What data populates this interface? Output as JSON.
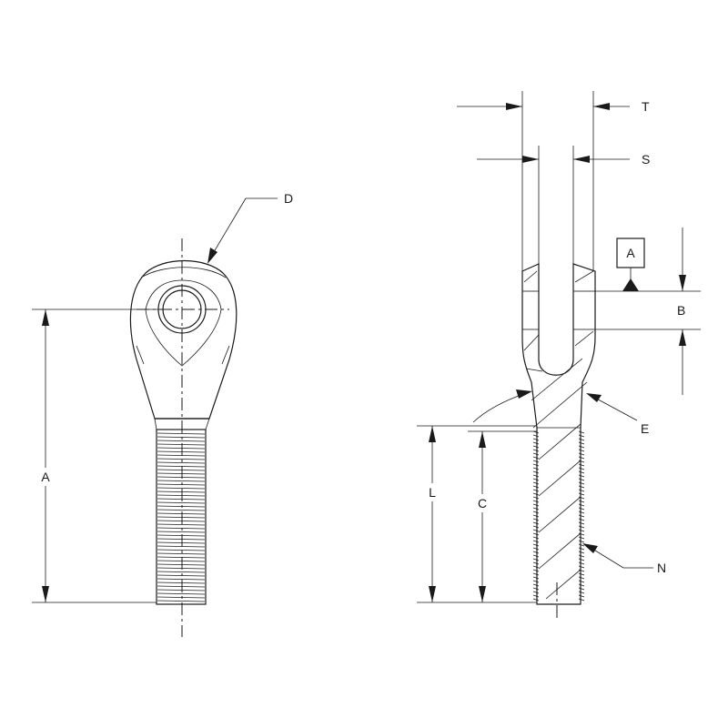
{
  "labels": {
    "front": {
      "D": "D",
      "A": "A"
    },
    "side": {
      "T": "T",
      "S": "S",
      "A_datum": "A",
      "B": "B",
      "E": "E",
      "L": "L",
      "C": "C",
      "N": "N"
    }
  }
}
